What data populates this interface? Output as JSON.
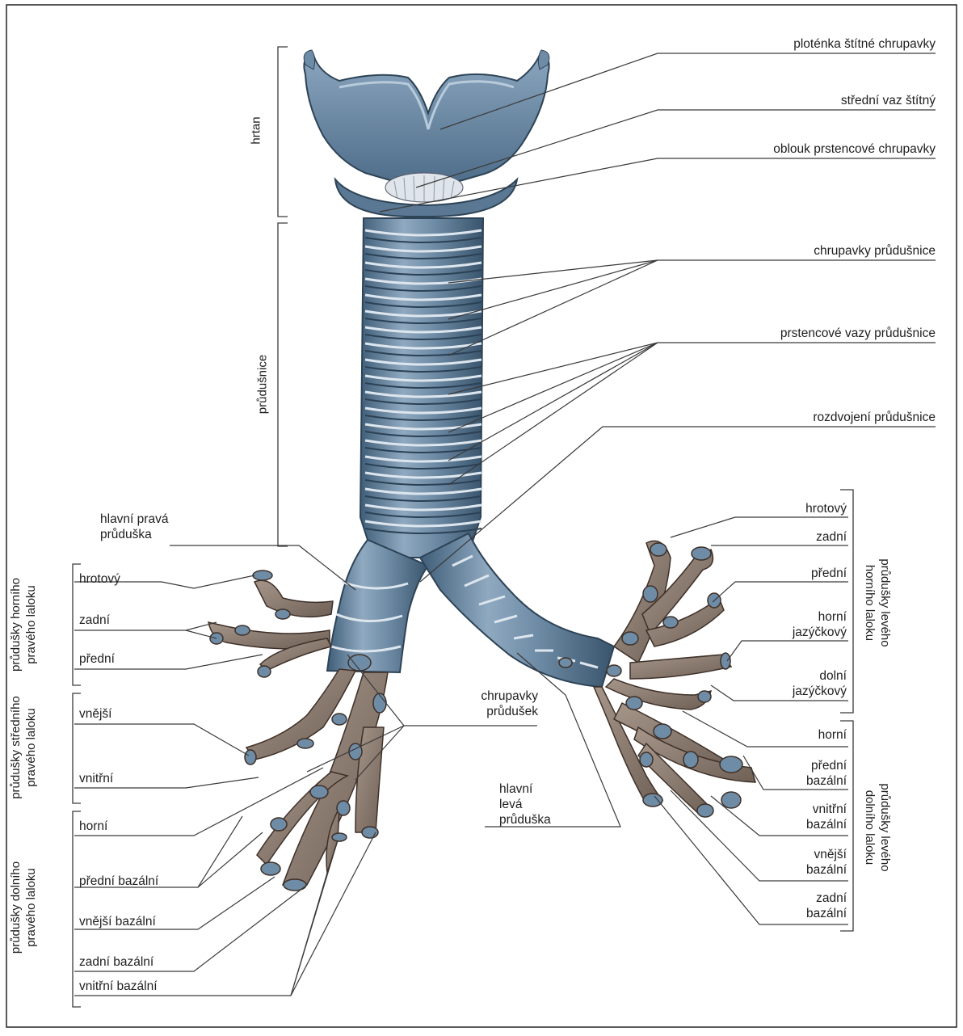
{
  "right_labels": {
    "thyroid_plate": "ploténka štítné chrupavky",
    "median_ligament": "střední vaz štítný",
    "cricoid_arch": "oblouk prstencové chrupavky",
    "tracheal_cartilages": "chrupavky průdušnice",
    "annular_ligaments": "prstencové vazy průdušnice",
    "bifurcation": "rozdvojení průdušnice"
  },
  "left_group_labels": {
    "larynx": "hrtan",
    "trachea": "průdušnice",
    "right_upper": "průdušky horního\npravého laloku",
    "right_middle": "průdušky středního\npravého laloku",
    "right_lower": "průdušky dolního\npravého laloku"
  },
  "right_main_bronchus": "hlavní pravá\nprůduška",
  "right_upper_items": {
    "apical": "hrotový",
    "posterior": "zadní",
    "anterior": "přední"
  },
  "right_middle_items": {
    "lateral": "vnější",
    "medial": "vnitřní"
  },
  "right_lower_items": {
    "superior": "horní",
    "anterior_basal": "přední bazální",
    "lateral_basal": "vnější bazální",
    "posterior_basal": "zadní bazální",
    "medial_basal": "vnitřní bazální"
  },
  "bronchial_cartilages": "chrupavky\nprůdušek",
  "left_main_bronchus": "hlavní\nlevá\nprůduška",
  "left_upper_items": {
    "apical": "hrotový",
    "posterior": "zadní",
    "anterior": "přední",
    "superior_lingular": "horní\njazýčkový",
    "inferior_lingular": "dolní\njazýčkový"
  },
  "left_lower_items": {
    "superior": "horní",
    "anterior_basal": "přední\nbazální",
    "medial_basal": "vnitřní\nbazální",
    "lateral_basal": "vnější\nbazální",
    "posterior_basal": "zadní\nbazální"
  },
  "left_group_right": {
    "left_upper": "průdušky levého\nhorního laloku",
    "left_lower": "průdušky levého\ndolního laloku"
  },
  "colors": {
    "cartilage_blue": "#5f7f9c",
    "cartilage_light": "#8fa9c0",
    "bronchus_brown": "#8c7866",
    "line": "#3a3a3a"
  }
}
